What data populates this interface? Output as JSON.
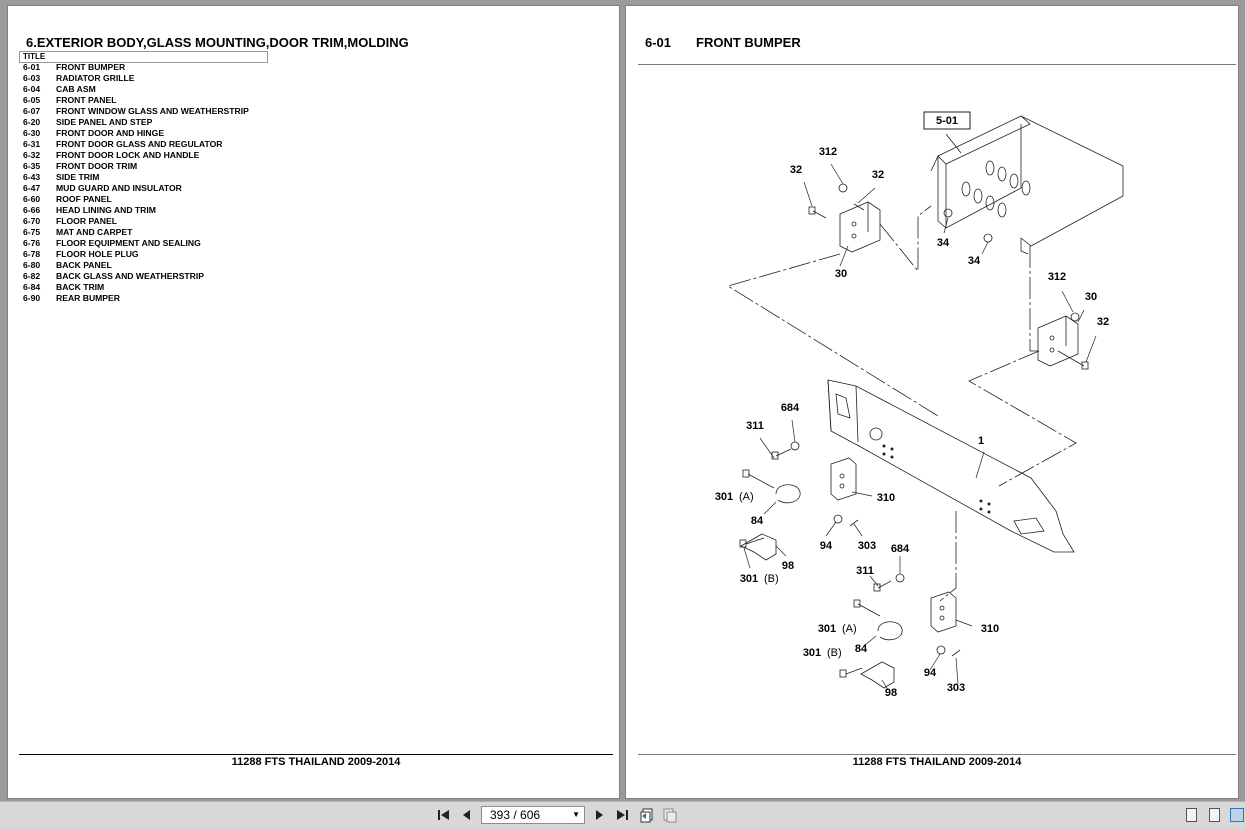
{
  "left_page": {
    "section_title": "6.EXTERIOR BODY,GLASS MOUNTING,DOOR TRIM,MOLDING",
    "table_header": "TITLE",
    "toc": [
      {
        "code": "6-01",
        "title": "FRONT BUMPER"
      },
      {
        "code": "6-03",
        "title": "RADIATOR GRILLE"
      },
      {
        "code": "6-04",
        "title": "CAB ASM"
      },
      {
        "code": "6-05",
        "title": "FRONT PANEL"
      },
      {
        "code": "6-07",
        "title": "FRONT WINDOW GLASS AND WEATHERSTRIP"
      },
      {
        "code": "6-20",
        "title": "SIDE PANEL AND STEP"
      },
      {
        "code": "6-30",
        "title": "FRONT DOOR AND HINGE"
      },
      {
        "code": "6-31",
        "title": "FRONT DOOR GLASS AND REGULATOR"
      },
      {
        "code": "6-32",
        "title": "FRONT DOOR LOCK AND HANDLE"
      },
      {
        "code": "6-35",
        "title": "FRONT DOOR TRIM"
      },
      {
        "code": "6-43",
        "title": "SIDE TRIM"
      },
      {
        "code": "6-47",
        "title": "MUD GUARD AND INSULATOR"
      },
      {
        "code": "6-60",
        "title": "ROOF PANEL"
      },
      {
        "code": "6-66",
        "title": "HEAD LINING AND TRIM"
      },
      {
        "code": "6-70",
        "title": "FLOOR PANEL"
      },
      {
        "code": "6-75",
        "title": "MAT AND CARPET"
      },
      {
        "code": "6-76",
        "title": "FLOOR EQUIPMENT AND SEALING"
      },
      {
        "code": "6-78",
        "title": "FLOOR HOLE PLUG"
      },
      {
        "code": "6-80",
        "title": "BACK PANEL"
      },
      {
        "code": "6-82",
        "title": "BACK GLASS AND WEATHERSTRIP"
      },
      {
        "code": "6-84",
        "title": "BACK TRIM"
      },
      {
        "code": "6-90",
        "title": "REAR BUMPER"
      }
    ],
    "footer": "11288 FTS THAILAND 2009-2014"
  },
  "right_page": {
    "section_code": "6-01",
    "section_title": "FRONT BUMPER",
    "reference_box": "5-01",
    "callouts": {
      "c312a": "312",
      "c32a": "32",
      "c32b": "32",
      "c30a": "30",
      "c34a": "34",
      "c34b": "34",
      "c312b": "312",
      "c30b": "30",
      "c32c": "32",
      "c1": "1",
      "c684a": "684",
      "c311a": "311",
      "c301a": "301",
      "c301a_suffix": "(A)",
      "c310a": "310",
      "c84a": "84",
      "c94a": "94",
      "c303a": "303",
      "c98a": "98",
      "c301b": "301",
      "c301b_suffix": "(B)",
      "c684b": "684",
      "c311b": "311",
      "c301c": "301",
      "c301c_suffix": "(A)",
      "c310b": "310",
      "c84b": "84",
      "c301d": "301",
      "c301d_suffix": "(B)",
      "c94b": "94",
      "c303b": "303",
      "c98b": "98"
    },
    "footer": "11288 FTS THAILAND 2009-2014"
  },
  "toolbar": {
    "page_indicator": "393 / 606",
    "icons": {
      "first": "first-page-icon",
      "prev": "previous-page-icon",
      "next": "next-page-icon",
      "last": "last-page-icon"
    }
  }
}
